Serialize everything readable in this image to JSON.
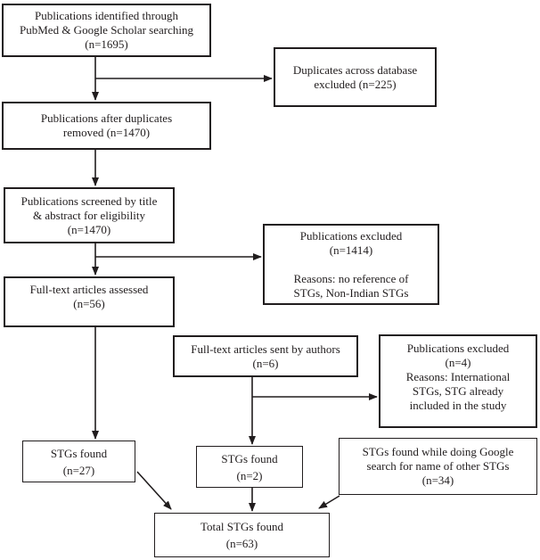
{
  "colors": {
    "background": "#ffffff",
    "box_border": "#211d1e",
    "text": "#211d1e",
    "arrow": "#211d1e"
  },
  "nodes": {
    "identified": {
      "text": "Publications identified through\nPubMed & Google Scholar searching\n(n=1695)"
    },
    "duplicates": {
      "text": "Duplicates across database\nexcluded (n=225)"
    },
    "deduped": {
      "text": "Publications after duplicates\nremoved (n=1470)"
    },
    "screened": {
      "text": "Publications screened by title\n& abstract for eligibility\n(n=1470)"
    },
    "excluded_screen": {
      "text": "Publications excluded\n(n=1414)\n\nReasons: no reference of\nSTGs, Non-Indian STGs"
    },
    "fulltext_assessed": {
      "text": "Full-text articles assessed\n(n=56)"
    },
    "fulltext_authors": {
      "text": "Full-text articles sent by authors\n(n=6)"
    },
    "excluded_fulltext": {
      "text": "Publications excluded\n(n=4)\nReasons: International\nSTGs, STG already\nincluded in the study"
    },
    "stgs_assessed": {
      "text": "STGs found\n(n=27)"
    },
    "stgs_authors": {
      "text": "STGs found\n(n=2)"
    },
    "stgs_google": {
      "text": "STGs found while doing Google\nsearch for name of other STGs\n(n=34)"
    },
    "total": {
      "text": "Total STGs found\n(n=63)"
    }
  },
  "edges": [
    {
      "from": "identified",
      "to": "deduped"
    },
    {
      "from": "identified",
      "to": "duplicates"
    },
    {
      "from": "deduped",
      "to": "screened"
    },
    {
      "from": "screened",
      "to": "fulltext_assessed"
    },
    {
      "from": "screened",
      "to": "excluded_screen"
    },
    {
      "from": "fulltext_assessed",
      "to": "stgs_assessed"
    },
    {
      "from": "fulltext_authors",
      "to": "stgs_authors"
    },
    {
      "from": "fulltext_authors",
      "to": "excluded_fulltext"
    },
    {
      "from": "stgs_assessed",
      "to": "total"
    },
    {
      "from": "stgs_authors",
      "to": "total"
    },
    {
      "from": "stgs_google",
      "to": "total"
    }
  ]
}
